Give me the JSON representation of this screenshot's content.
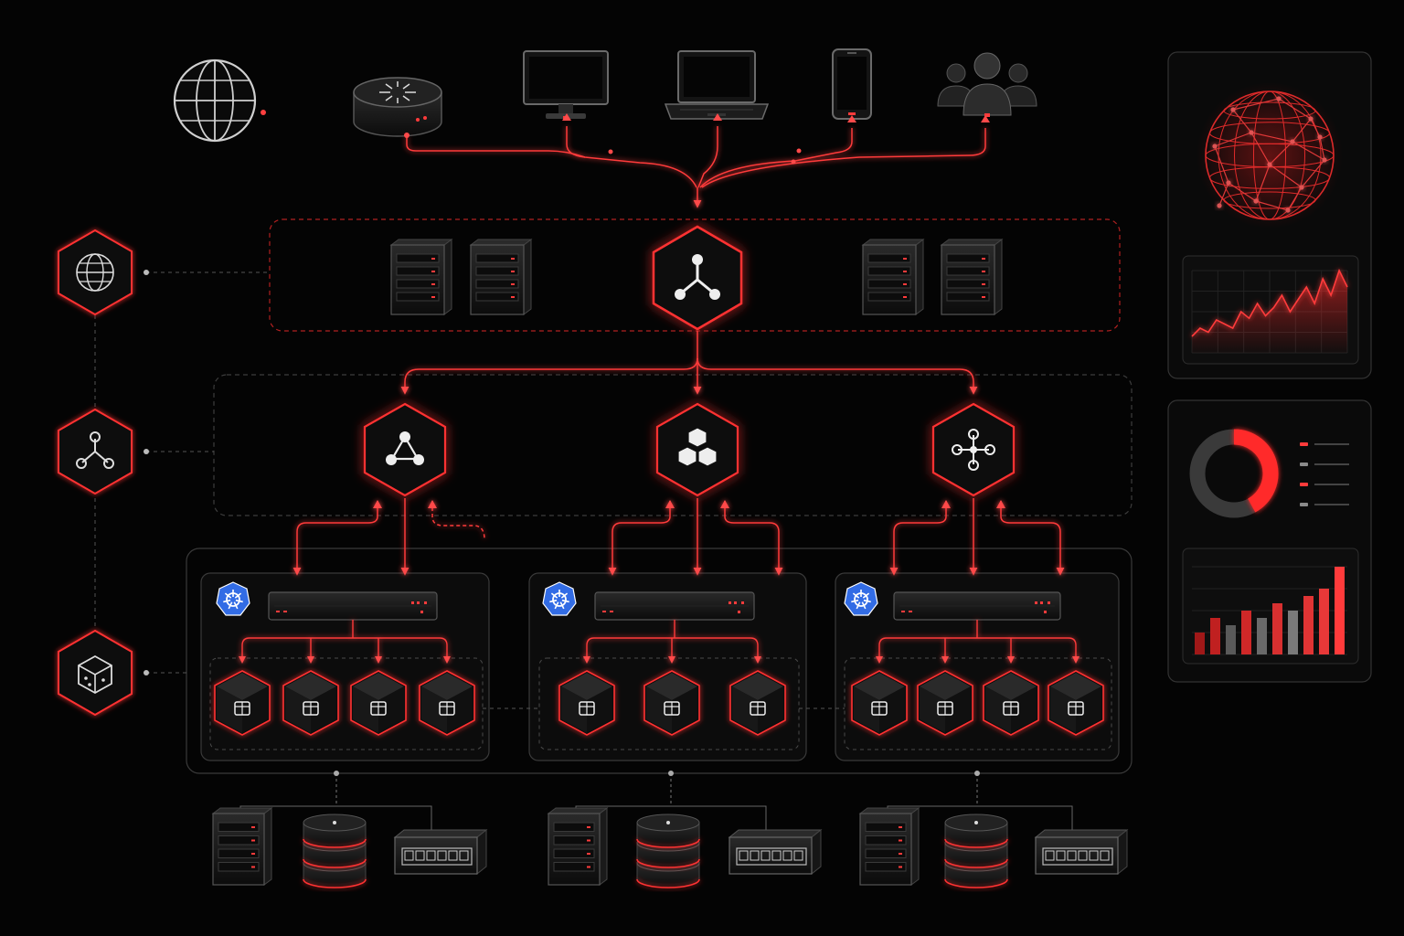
{
  "colors": {
    "background": "#050505",
    "accent": "#ff3b3b",
    "accent_glow": "#ff2020",
    "panel_stroke": "#3a3a3a",
    "device_fill": "#141414",
    "device_stroke": "#4a4a4a",
    "kubernetes_blue": "#326ce5"
  },
  "icons": {
    "internet": "globe-icon",
    "edge_router": "router-icon",
    "clients": [
      "desktop-monitor-icon",
      "laptop-icon",
      "smartphone-icon",
      "users-group-icon"
    ],
    "load_balancer_servers": [
      "server-tower-icon",
      "server-tower-icon",
      "server-tower-icon",
      "server-tower-icon"
    ],
    "load_balancer": "share-hub-hexagon-icon",
    "services": [
      "triangle-network-hexagon-icon",
      "stacked-boxes-hexagon-icon",
      "mesh-network-hexagon-icon"
    ],
    "layer_legend": [
      "globe-hexagon-icon",
      "share-hexagon-icon",
      "cube-hexagon-icon"
    ],
    "cluster_badge": "kubernetes-helm-icon",
    "node_switch": "rack-switch-icon",
    "pod": "pod-cube-icon",
    "storage": [
      "server-tower-icon",
      "database-cylinder-icon",
      "network-switch-icon"
    ],
    "monitoring": [
      "wireframe-globe-icon",
      "line-chart-icon",
      "donut-chart-icon",
      "bar-chart-icon"
    ]
  },
  "clusters": [
    {
      "pod_count": 4
    },
    {
      "pod_count": 3
    },
    {
      "pod_count": 4
    }
  ],
  "monitoring": {
    "line_chart_values": [
      2,
      3,
      2.5,
      4,
      3.5,
      3,
      5,
      4.2,
      6,
      4.5,
      5.5,
      7,
      5,
      6.5,
      8,
      6,
      9,
      7,
      10,
      8
    ],
    "donut_share": 0.42,
    "legend_rows": [
      {
        "color": "#ff3b3b"
      },
      {
        "color": "#8a8a8a"
      },
      {
        "color": "#ff3b3b"
      },
      {
        "color": "#8a8a8a"
      }
    ],
    "bar_values": [
      3,
      5,
      4,
      6,
      5,
      7,
      6,
      8,
      9,
      12
    ],
    "bar_colors": [
      "#a01818",
      "#c02020",
      "#5a5a5a",
      "#d02828",
      "#6a6a6a",
      "#d83030",
      "#7a7a7a",
      "#e03434",
      "#e83838",
      "#ff3b3b"
    ]
  }
}
